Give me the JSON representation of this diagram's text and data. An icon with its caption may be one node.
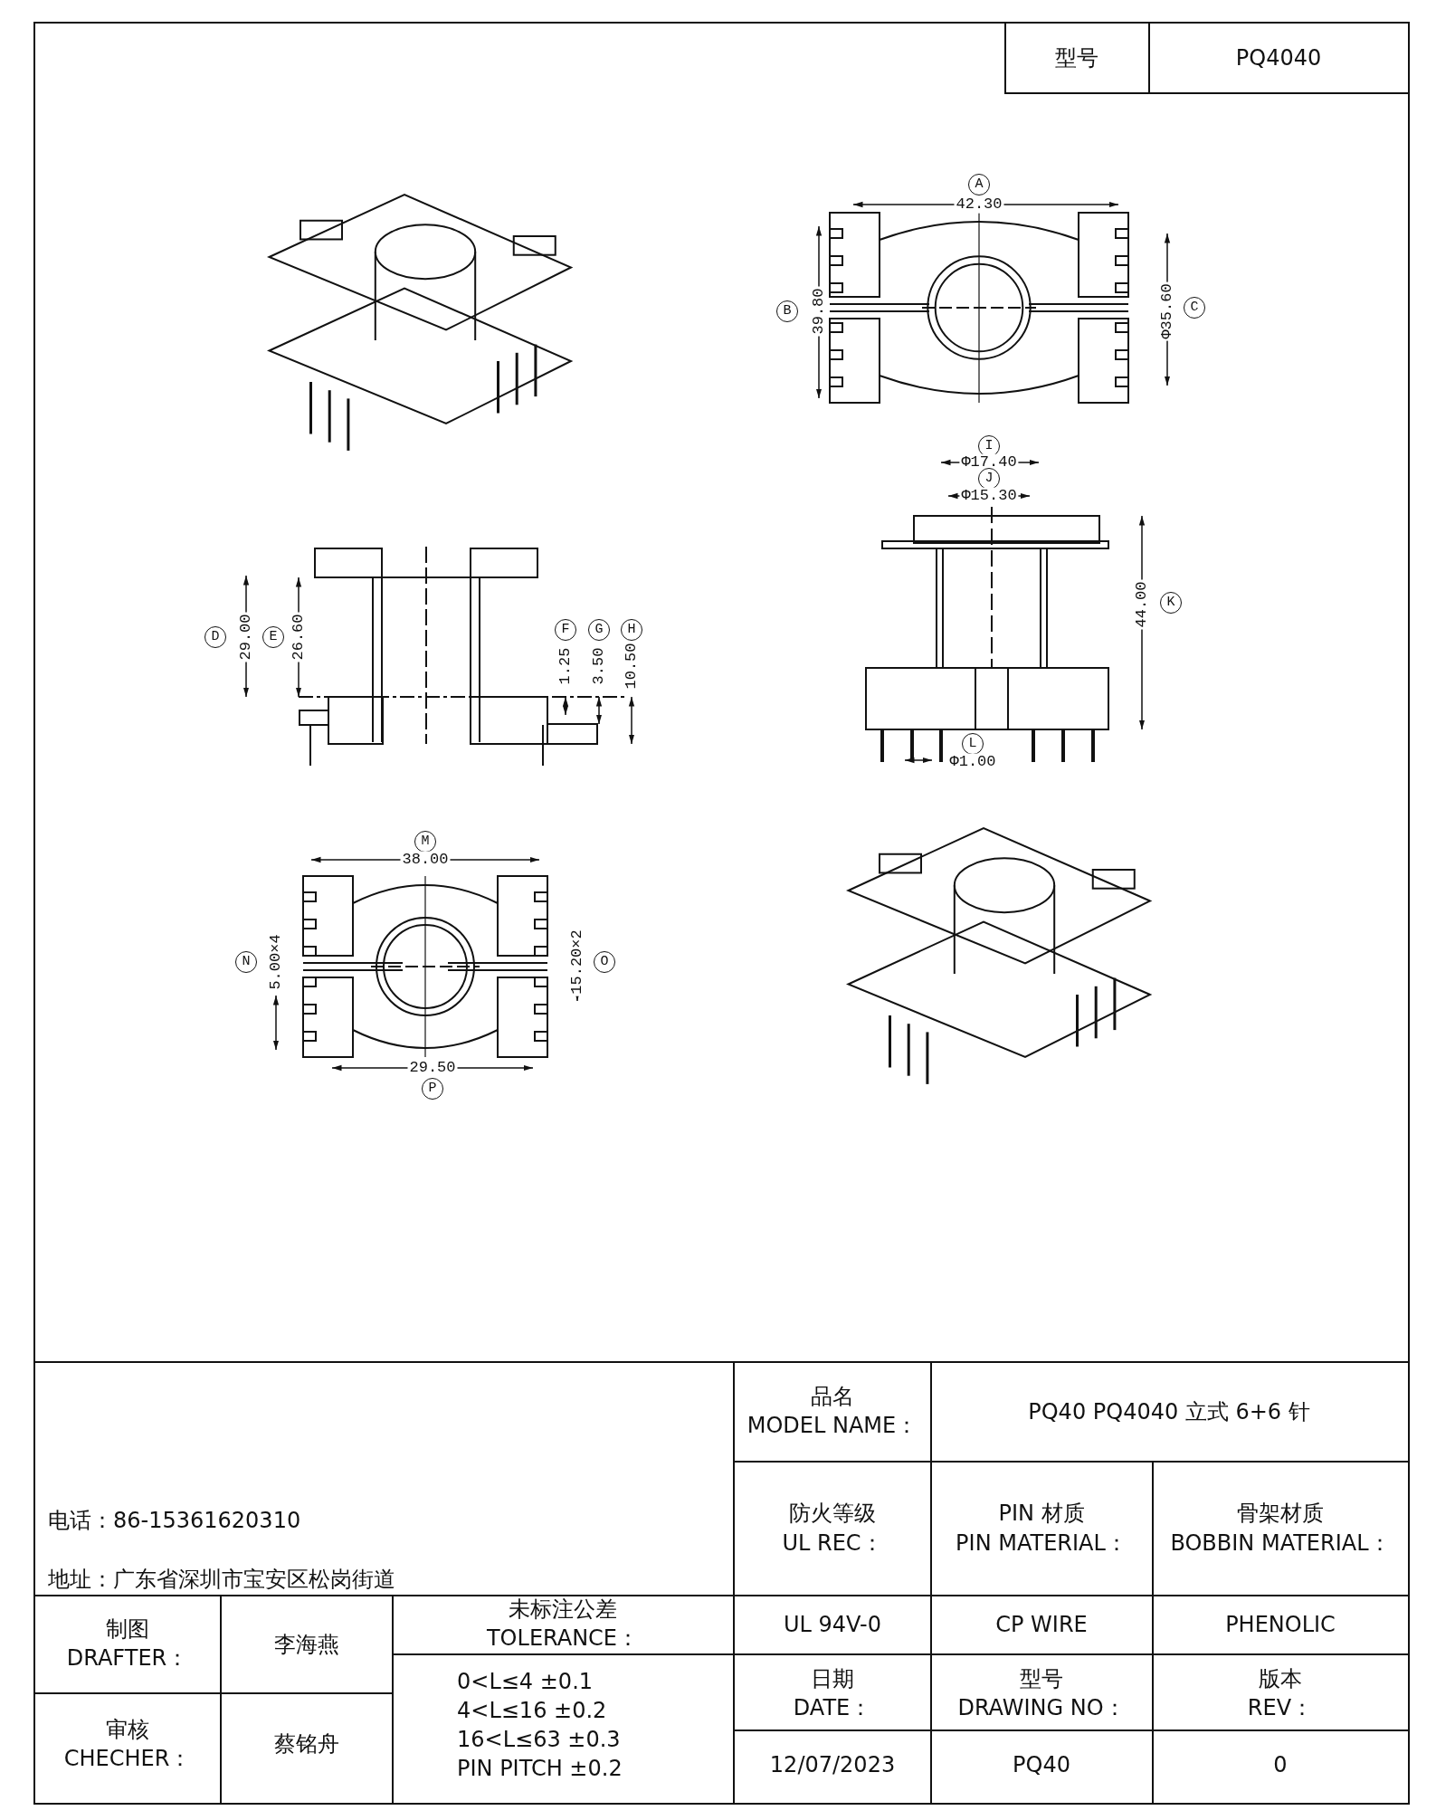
{
  "diagram": {
    "labels": [
      "型号",
      "PQ4040",
      "A",
      "42.30",
      "B",
      "39.80",
      "Φ35.60",
      "C",
      "I",
      "Φ17.40",
      "J",
      "Φ15.30",
      "D",
      "29.00",
      "E",
      "26.60",
      "F",
      "1.25",
      "G",
      "3.50",
      "H",
      "10.50",
      "44.00",
      "K",
      "L",
      "Φ1.00",
      "M",
      "38.00",
      "N",
      "5.00×4",
      "15.20×2",
      "O",
      "29.50",
      "P",
      "电话：86-15361620310",
      "地址：广东省深圳市宝安区松岗街道",
      "品名",
      "MODEL NAME：",
      "PQ40  PQ4040 立式 6+6 针",
      "防火等级",
      "UL REC：",
      "PIN 材质",
      "PIN MATERIAL：",
      "骨架材质",
      "BOBBIN MATERIAL：",
      "制图",
      "DRAFTER：",
      "李海燕",
      "未标注公差",
      "TOLERANCE：",
      "UL 94V-0",
      "CP WIRE",
      "PHENOLIC",
      "审核",
      "CHECHER：",
      "蔡铭舟",
      "0<L≤4   ±0.1",
      "4<L≤16  ±0.2",
      "16<L≤63 ±0.3",
      "PIN PITCH ±0.2",
      "日期",
      "DATE：",
      "型号",
      "DRAWING NO：",
      "版本",
      "REV：",
      "12/07/2023",
      "PQ40",
      "0"
    ]
  }
}
